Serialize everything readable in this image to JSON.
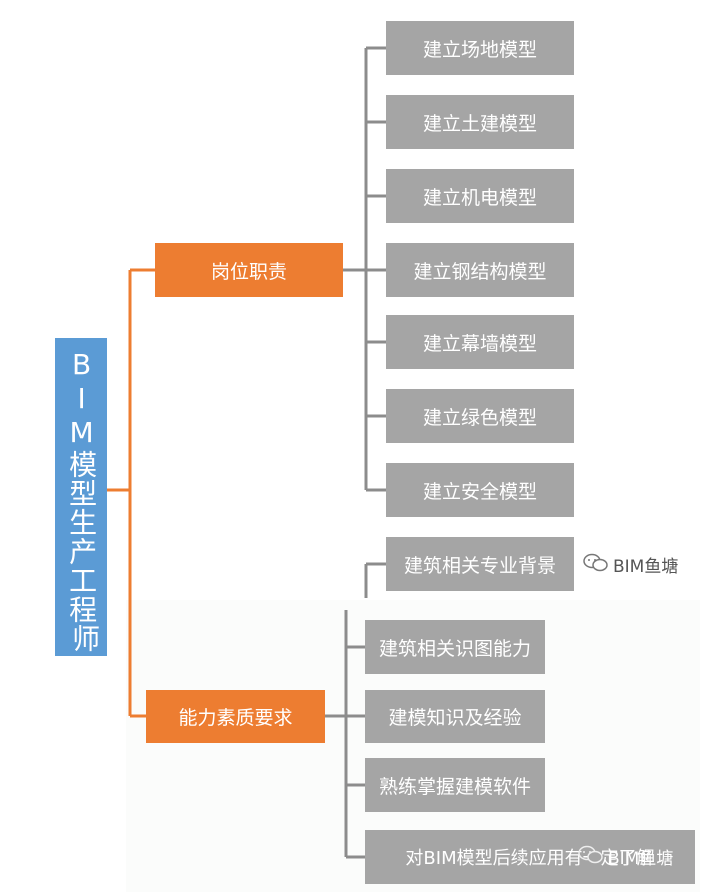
{
  "root": {
    "label_line1": "BIM模型生产工程",
    "label_line2": "师"
  },
  "branches": [
    {
      "label": "岗位职责",
      "children": [
        "建立场地模型",
        "建立土建模型",
        "建立机电模型",
        "建立钢结构模型",
        "建立幕墙模型",
        "建立绿色模型",
        "建立安全模型"
      ]
    },
    {
      "label": "能力素质要求",
      "children": [
        "建筑相关专业背景",
        "建筑相关识图能力",
        "建模知识及经验",
        "熟练掌握建模软件",
        "对BIM模型后续应用有一定了解"
      ]
    }
  ],
  "watermarks": [
    {
      "icon": "wechat-icon",
      "text": "BIM鱼塘"
    },
    {
      "icon": "wechat-icon",
      "text": "BIM鱼塘"
    }
  ],
  "colors": {
    "root": "#5b9bd5",
    "branch": "#ed7d31",
    "leaf": "#a5a5a5",
    "root_connector": "#ed7d31",
    "leaf_connector": "#8c8c8c"
  }
}
